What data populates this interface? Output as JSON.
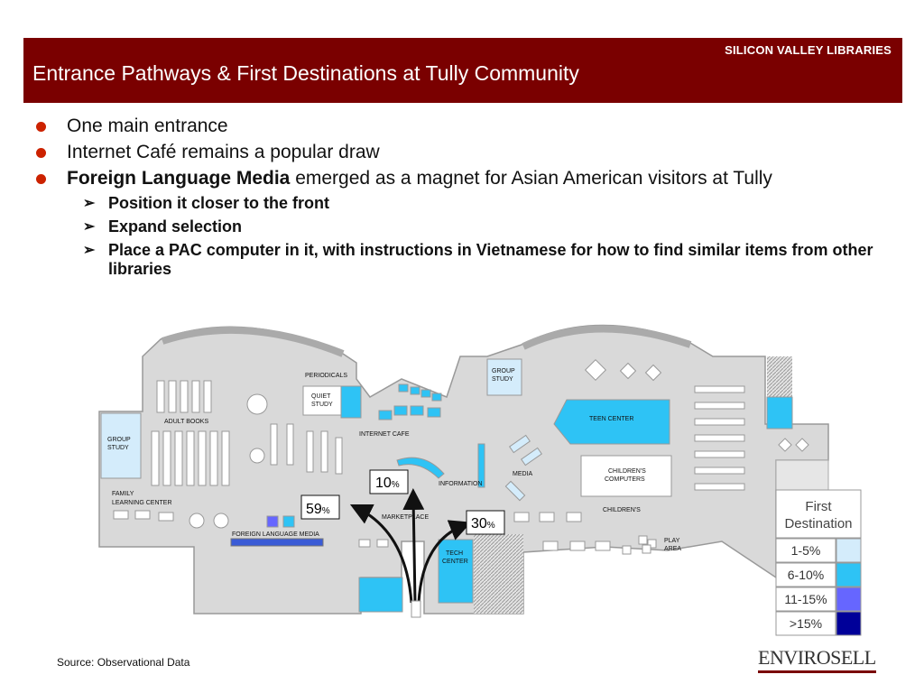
{
  "header": {
    "brand": "SILICON VALLEY LIBRARIES",
    "title": "Entrance Pathways & First Destinations at Tully Community"
  },
  "bullets": [
    {
      "text": "One main entrance"
    },
    {
      "text": "Internet Café remains a popular draw"
    },
    {
      "bold": "Foreign Language Media",
      "text": " emerged as a magnet for Asian American visitors at Tully"
    }
  ],
  "sub_bullets": [
    "Position it closer to the front",
    "Expand selection",
    "Place a PAC computer in it, with instructions in Vietnamese for how to find similar items from other libraries"
  ],
  "floor_plan": {
    "areas": {
      "periodicals": "PERIODICALS",
      "quiet_study_1": "QUIET",
      "quiet_study_2": "STUDY",
      "adult_books": "ADULT BOOKS",
      "group_study_left_1": "GROUP",
      "group_study_left_2": "STUDY",
      "family_1": "FAMILY",
      "family_2": "LEARNING CENTER",
      "internet_cafe": "INTERNET CAFE",
      "foreign_media": "FOREIGN LANGUAGE MEDIA",
      "marketplace": "MARKETPLACE",
      "information": "INFORMATION",
      "tech_center_1": "TECH",
      "tech_center_2": "CENTER",
      "group_study_right_1": "GROUP",
      "group_study_right_2": "STUDY",
      "media": "MEDIA",
      "teen_center": "TEEN CENTER",
      "childrens_computers_1": "CHILDREN'S",
      "childrens_computers_2": "COMPUTERS",
      "childrens": "CHILDREN'S",
      "play_area_1": "PLAY",
      "play_area_2": "AREA"
    },
    "pathways": [
      {
        "direction": "left",
        "value": "59",
        "unit": "%"
      },
      {
        "direction": "straight",
        "value": "10",
        "unit": "%"
      },
      {
        "direction": "right",
        "value": "30",
        "unit": "%"
      }
    ],
    "legend": {
      "title_1": "First",
      "title_2": "Destination",
      "items": [
        {
          "label": "1-5%",
          "color": "#d4ecfb"
        },
        {
          "label": "6-10%",
          "color": "#2ec3f5"
        },
        {
          "label": "11-15%",
          "color": "#6666ff"
        },
        {
          "label": ">15%",
          "color": "#000099"
        }
      ]
    }
  },
  "footer": {
    "source": "Source: Observational Data",
    "logo": "ENVIROSELL"
  }
}
